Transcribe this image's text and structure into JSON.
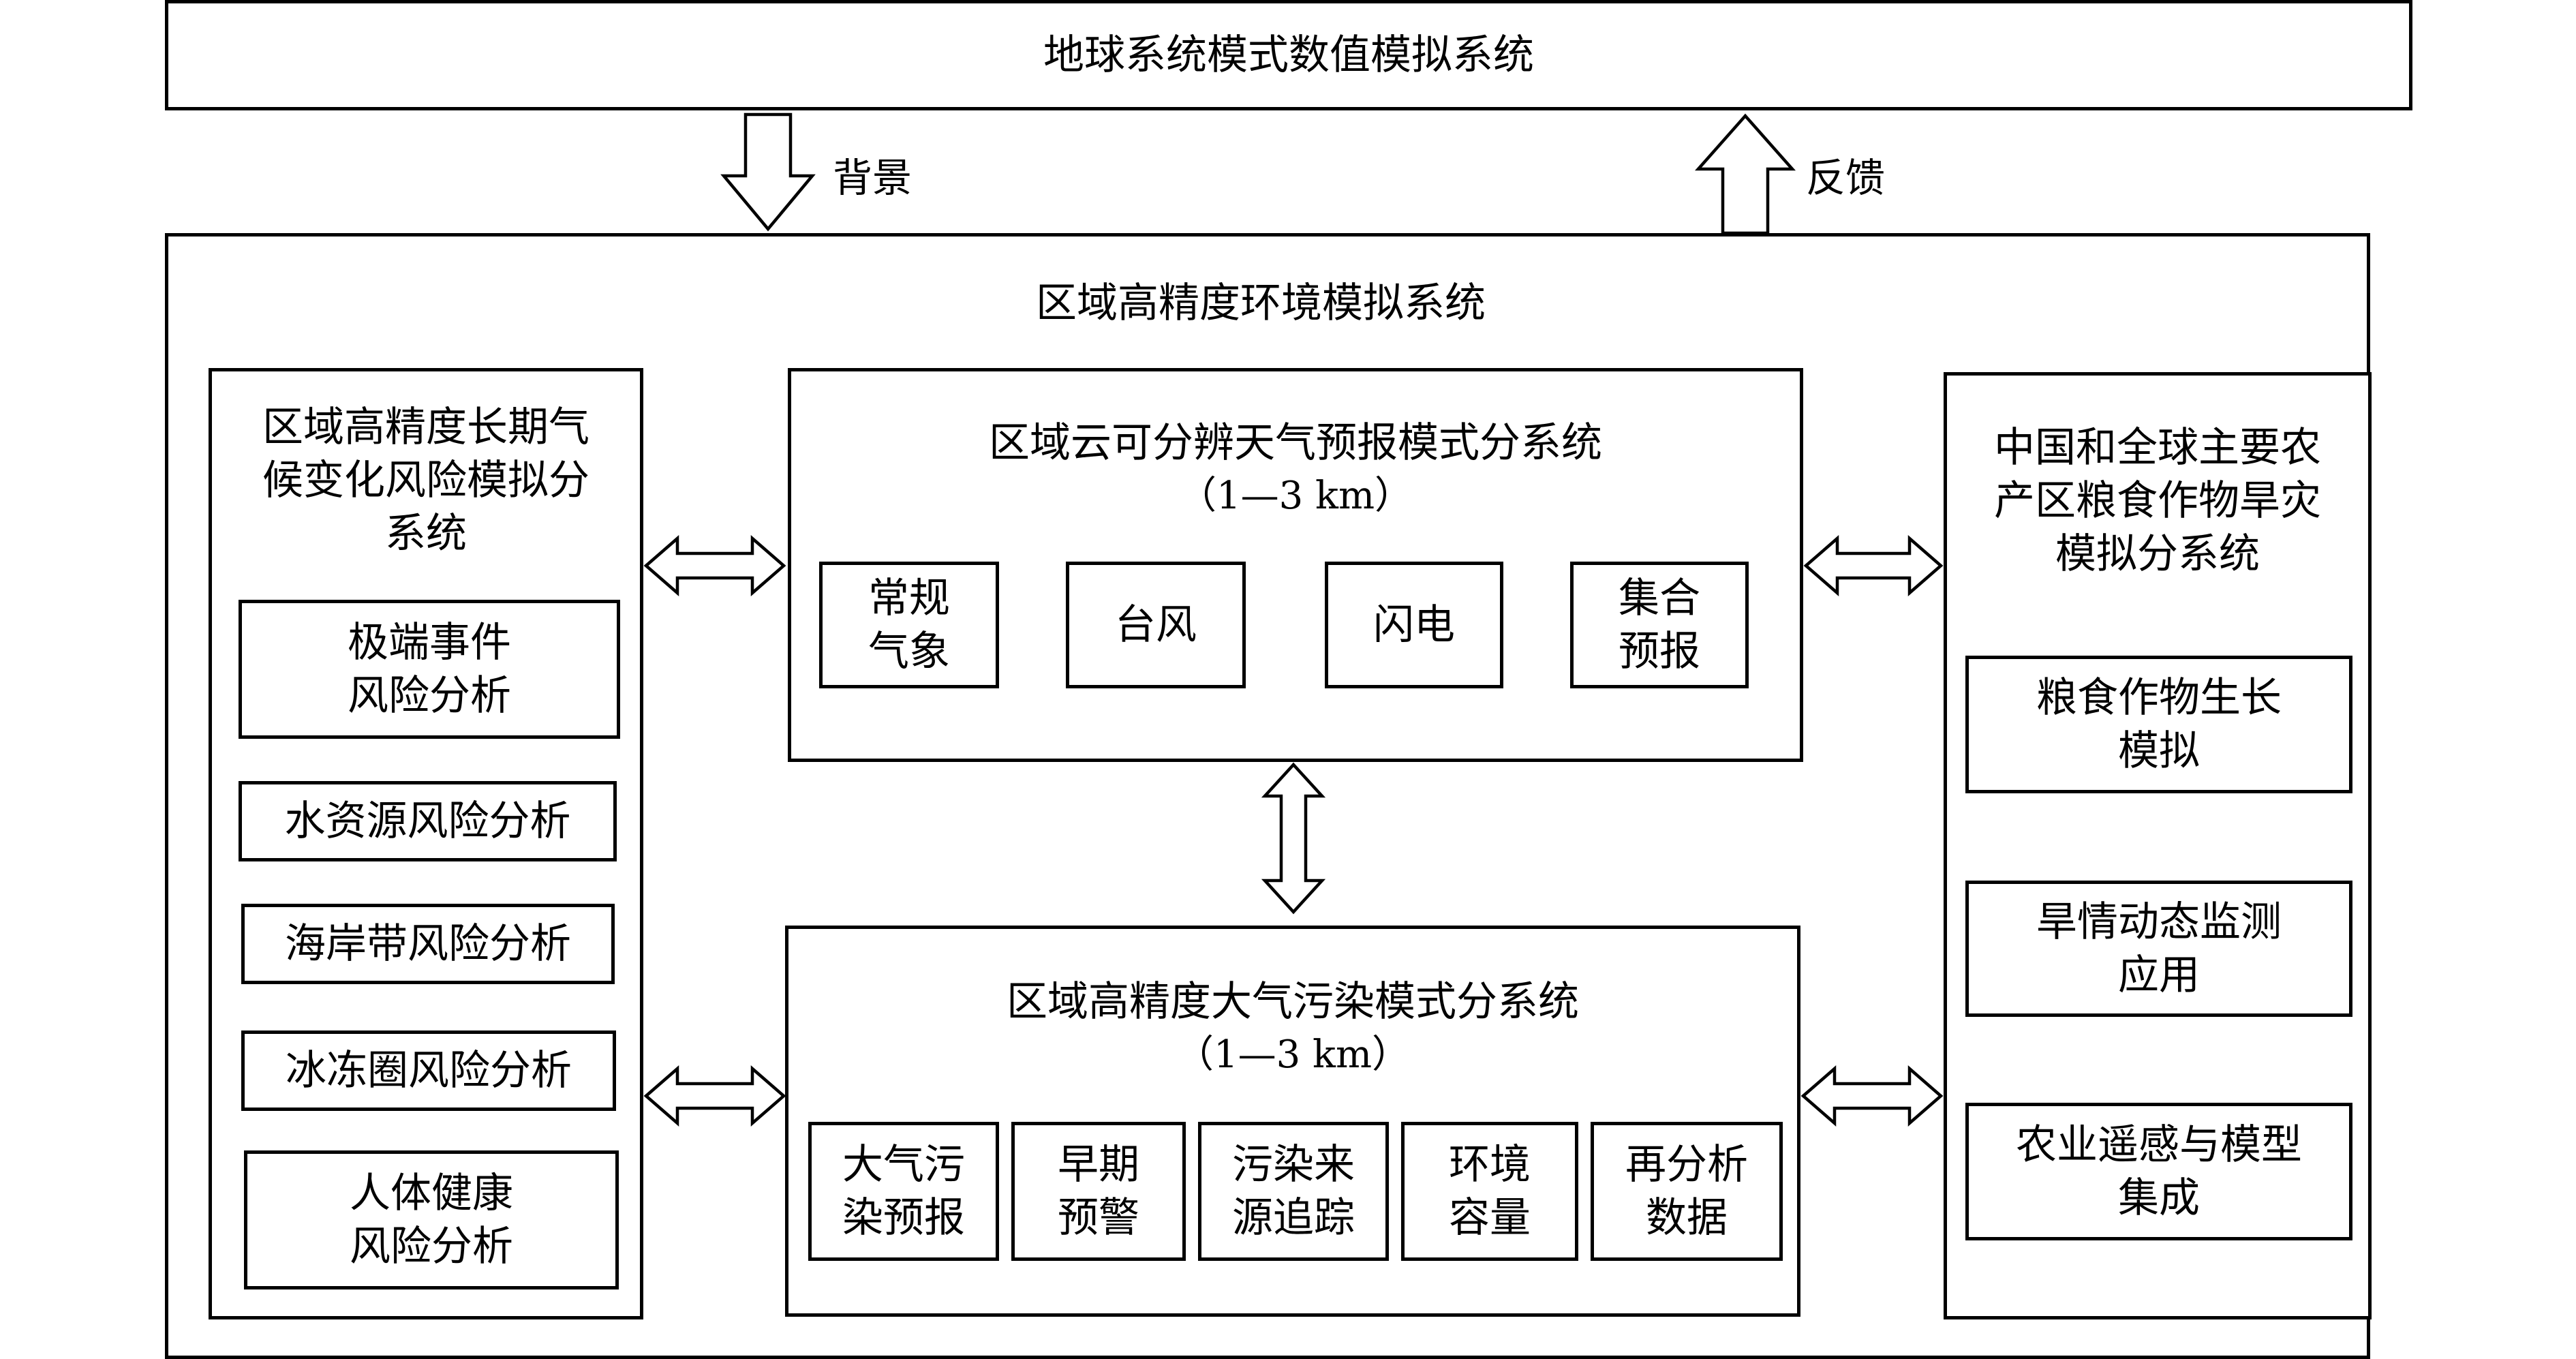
{
  "top_system": {
    "label": "地球系统模式数值模拟系统"
  },
  "links": {
    "down_label": "背景",
    "up_label": "反馈"
  },
  "regional": {
    "title": "区域高精度环境模拟系统",
    "climate": {
      "title": "区域高精度长期气\n候变化风险模拟分\n系统",
      "items": [
        "极端事件\n风险分析",
        "水资源风险分析",
        "海岸带风险分析",
        "冰冻圈风险分析",
        "人体健康\n风险分析"
      ]
    },
    "weather": {
      "title": "区域云可分辨天气预报模式分系统",
      "resolution": "（1—3 km）",
      "items": [
        "常规\n气象",
        "台风",
        "闪电",
        "集合\n预报"
      ]
    },
    "pollution": {
      "title": "区域高精度大气污染模式分系统",
      "resolution": "（1—3 km）",
      "items": [
        "大气污\n染预报",
        "早期\n预警",
        "污染来\n源追踪",
        "环境\n容量",
        "再分析\n数据"
      ]
    },
    "crop": {
      "title": "中国和全球主要农\n产区粮食作物旱灾\n模拟分系统",
      "items": [
        "粮食作物生长\n模拟",
        "旱情动态监测\n应用",
        "农业遥感与模型\n集成"
      ]
    }
  }
}
